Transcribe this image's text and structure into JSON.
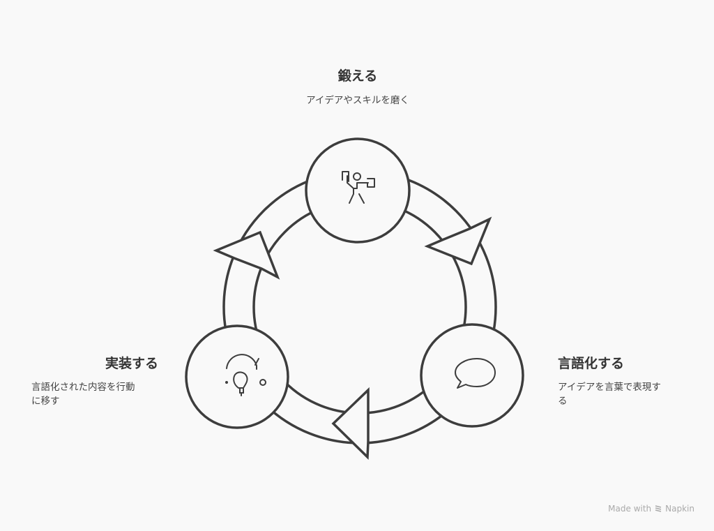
{
  "nodes": [
    {
      "title": "鍛える",
      "description": "アイデアやスキルを磨く",
      "icon": "person-with-papers-icon"
    },
    {
      "title": "言語化する",
      "description_lines": [
        "アイデアを言葉で表現す",
        "る"
      ],
      "icon": "speech-bubble-icon"
    },
    {
      "title": "実装する",
      "description_lines": [
        "言語化された内容を行動",
        "に移す"
      ],
      "icon": "lightbulb-icon"
    }
  ],
  "footer": {
    "made_with": "Made with",
    "brand": "Napkin"
  },
  "colors": {
    "stroke": "#3d3d3d",
    "background": "#f9f9f9"
  }
}
